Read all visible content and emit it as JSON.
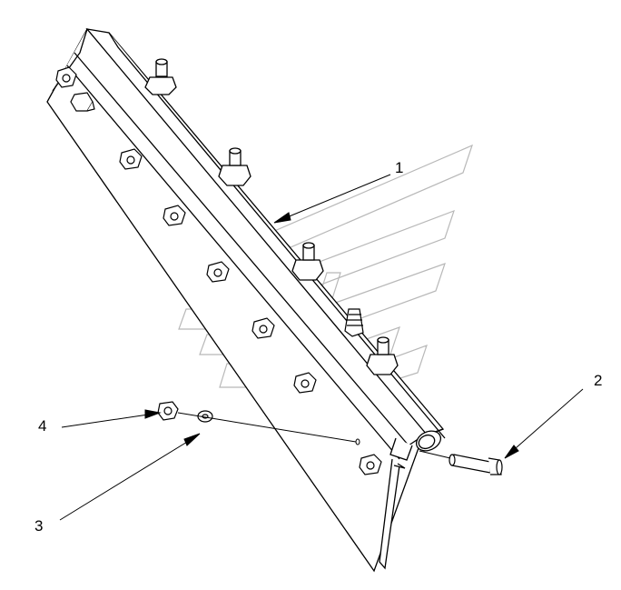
{
  "callouts": [
    {
      "id": "1",
      "label": "1"
    },
    {
      "id": "2",
      "label": "2"
    },
    {
      "id": "3",
      "label": "3"
    },
    {
      "id": "4",
      "label": "4"
    }
  ],
  "colors": {
    "line": "#000000",
    "watermark": "#b8b8b8",
    "fill": "#ffffff"
  }
}
